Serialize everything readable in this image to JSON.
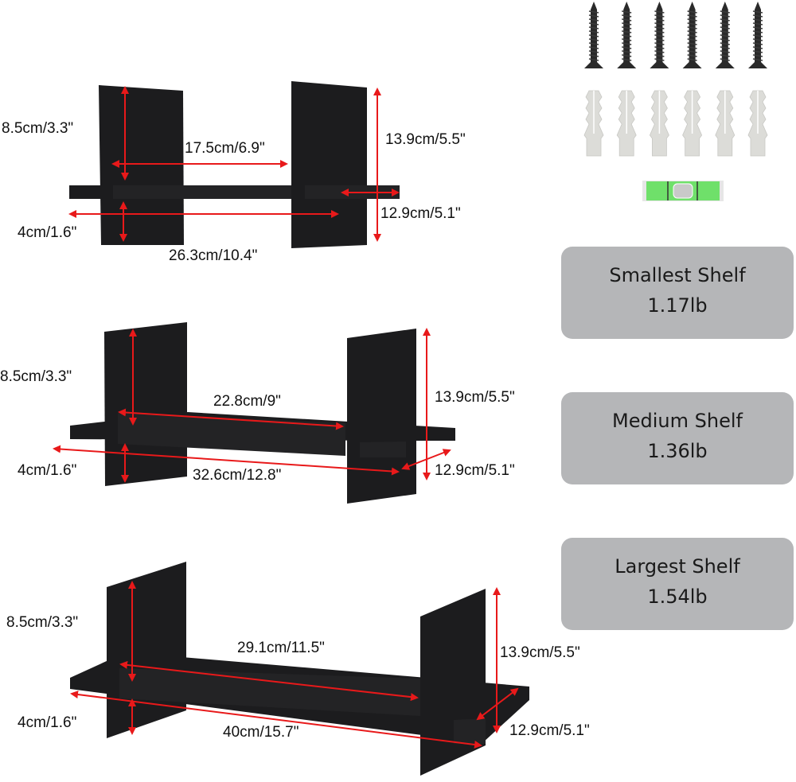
{
  "shelves": [
    {
      "name": "Smallest Shelf",
      "weight": "1.17lb",
      "dims": {
        "board_height": "8.5cm/3.3\"",
        "inner_width": "17.5cm/6.9\"",
        "total_height": "13.9cm/5.5\"",
        "depth": "12.9cm/5.1\"",
        "lower_height": "4cm/1.6\"",
        "total_length": "26.3cm/10.4\""
      }
    },
    {
      "name": "Medium Shelf",
      "weight": "1.36lb",
      "dims": {
        "board_height": "8.5cm/3.3\"",
        "inner_width": "22.8cm/9\"",
        "total_height": "13.9cm/5.5\"",
        "depth": "12.9cm/5.1\"",
        "lower_height": "4cm/1.6\"",
        "total_length": "32.6cm/12.8\""
      }
    },
    {
      "name": "Largest Shelf",
      "weight": "1.54lb",
      "dims": {
        "board_height": "8.5cm/3.3\"",
        "inner_width": "29.1cm/11.5\"",
        "total_height": "13.9cm/5.5\"",
        "depth": "12.9cm/5.1\"",
        "lower_height": "4cm/1.6\"",
        "total_length": "40cm/15.7\""
      }
    }
  ],
  "hardware": {
    "screws": 6,
    "anchors": 6,
    "levels": 1
  },
  "colors": {
    "arrow": "#e8191a",
    "shelf": "#1c1c1e",
    "badge": "#b5b6b8",
    "level": "#6fe06a"
  }
}
